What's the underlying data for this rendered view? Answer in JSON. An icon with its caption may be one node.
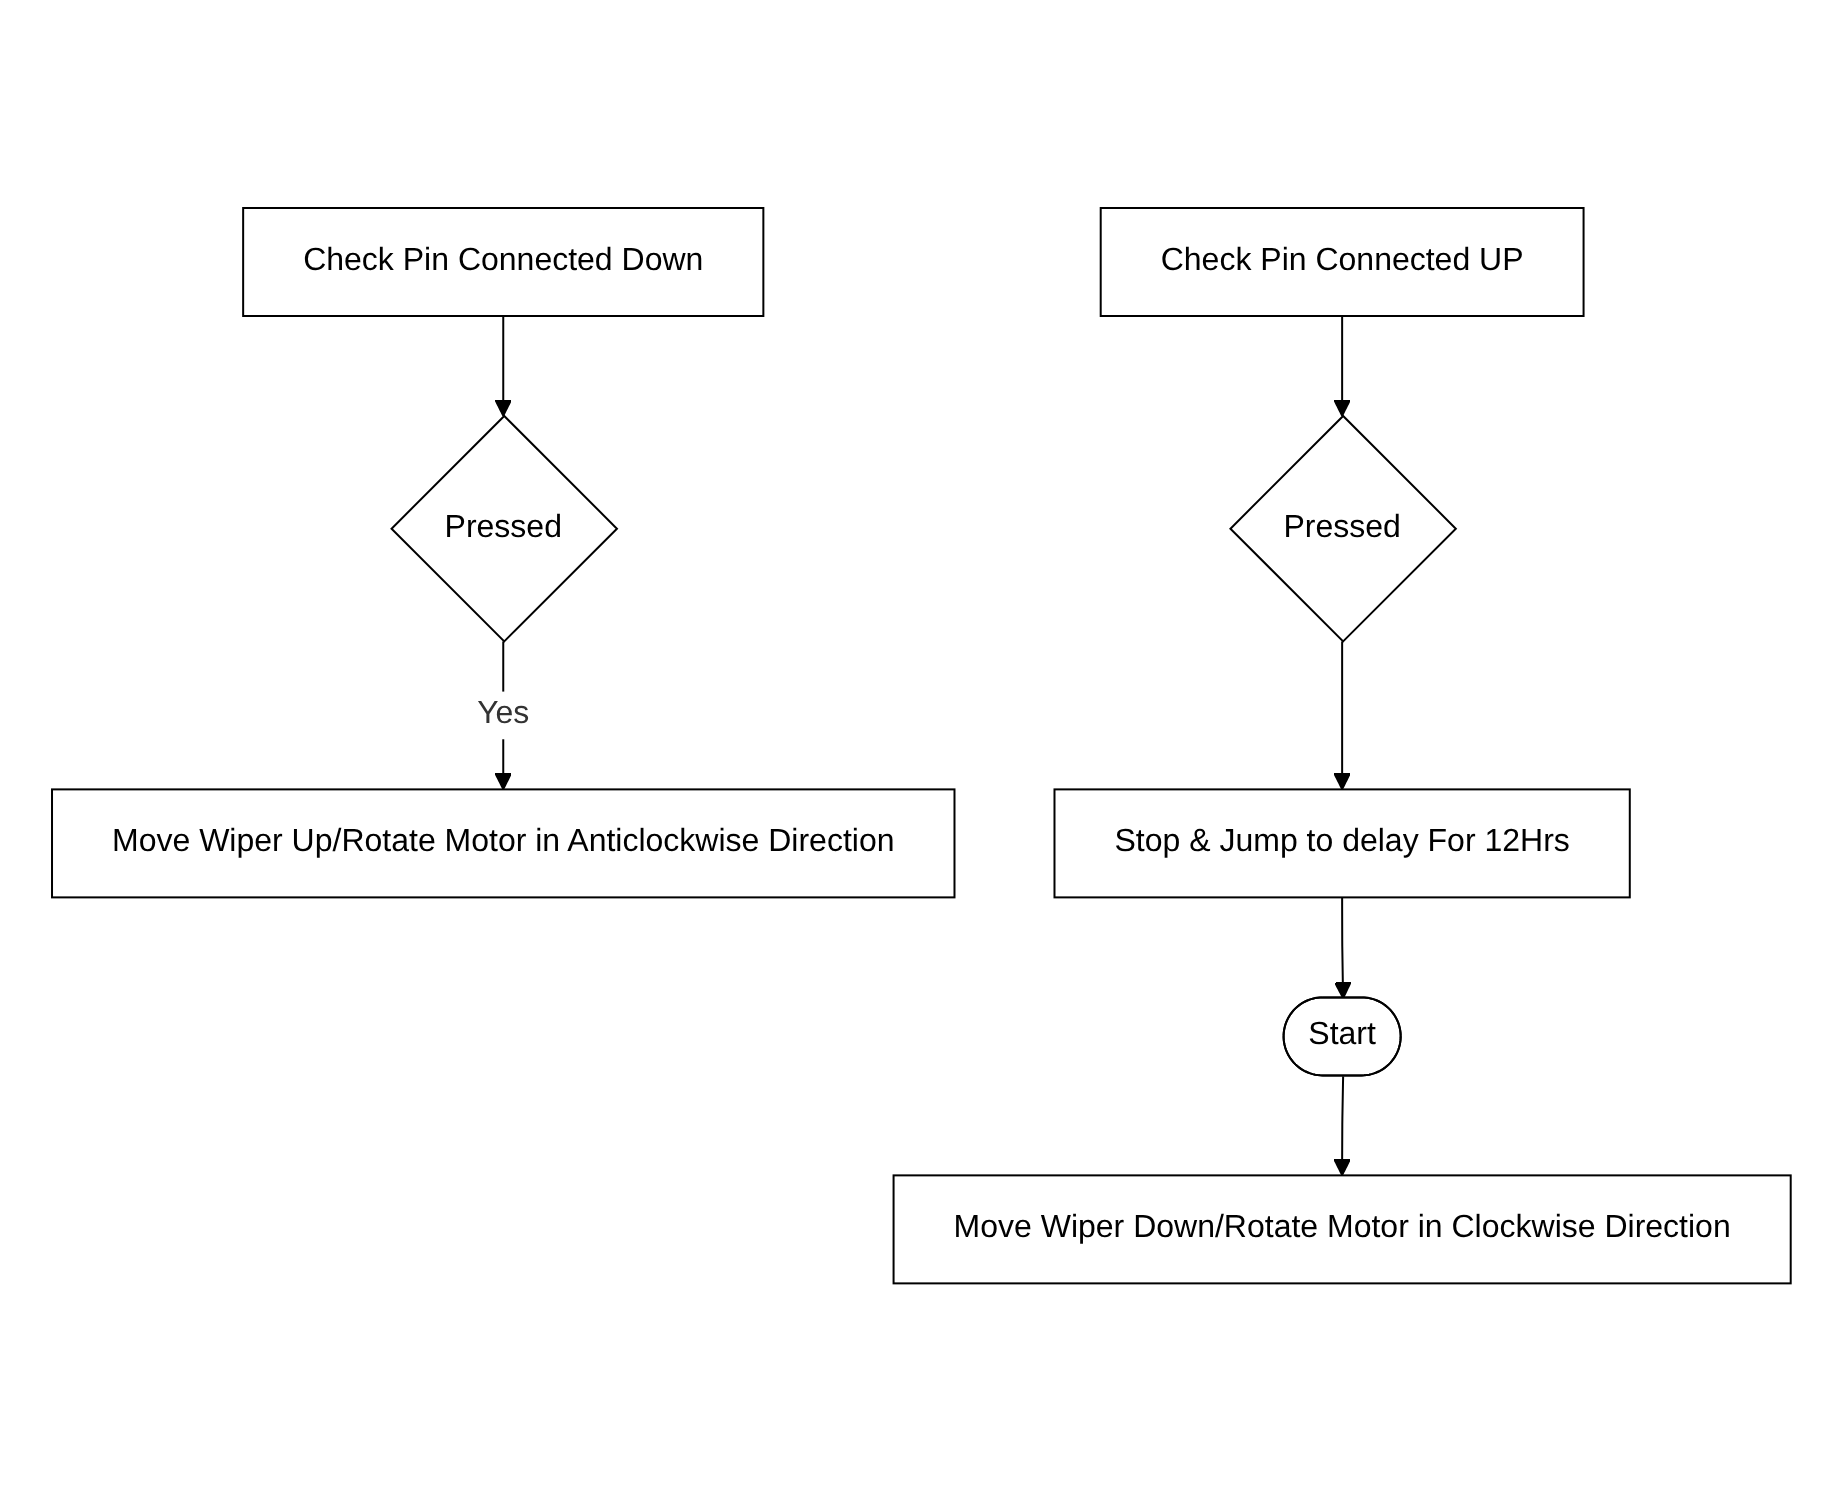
{
  "diagram": {
    "nodes": [
      {
        "text": [
          "Start"
        ]
      },
      {
        "text": [
          "Move Wiper Down/Rotate Motor in Clockwise Direction"
        ]
      },
      {
        "text": [
          "Check Pin Connected Down"
        ]
      },
      {
        "text": [
          "Pressed"
        ]
      },
      {
        "text": [
          "Move Wiper Up/Rotate Motor in Anticlockwise Direction"
        ]
      },
      {
        "text": [
          "Check Pin Connected UP"
        ]
      },
      {
        "text": [
          "Pressed"
        ]
      },
      {
        "text": [
          "Stop & Jump to delay For 12Hrs"
        ]
      }
    ],
    "edges": [
      {
        "from": 0,
        "to": 1,
        "arrow": "to"
      },
      {
        "from": 2,
        "to": 3,
        "arrow": "to"
      },
      {
        "from": 3,
        "to": 4,
        "arrow": "to",
        "label": "Yes"
      },
      {
        "from": 5,
        "to": 6,
        "arrow": "to"
      },
      {
        "from": 6,
        "to": 7,
        "arrow": "to"
      },
      {
        "from": 7,
        "to": 0,
        "arrow": "to"
      }
    ]
  }
}
